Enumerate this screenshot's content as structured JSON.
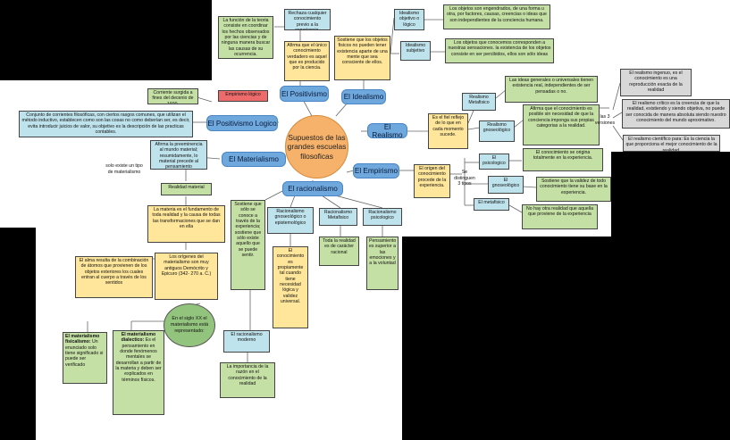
{
  "center": "Supuestos de las grandes escuelas filosoficas",
  "branches": {
    "positivismo": "El Positivismo",
    "idealismo": "El Idealismo",
    "positivismo_logico": "El Positivismo Logico",
    "realismo": "El Realismo",
    "materialismo": "El  Materialismo",
    "empirismo": "El Empirismo",
    "racionalismo": "El racionalismo"
  },
  "positivismo": {
    "funcion": "La función de la teoria consiste en coordinar los hechos observados por las ciencias y de ninguna manera buscar las causas de su ocurrencia.",
    "rechaza": "Rechaza cualquier conocimiento previo a la experiencia.",
    "afirma": "Afirma que el único conocimiento verdadero es aquel que es producido por la ciencia."
  },
  "idealismo": {
    "sostiene": "Sostiene que los objetos fisicos no pueden tener existencia aparte de una mente que sea consciente de ellos.",
    "objetivo": "Idealismo objetivo o lógico",
    "objetivo_desc": "Los objetos son engendrados, de una forma u otra, por factores, causas, creencias o ideas que son independientes de la conciencia humana.",
    "subjetivo": "Idealismo subjetivo",
    "subjetivo_desc": "Los objetos que conocemos corresponden a nuestras sensaciones. la existencia de los objetos consiste en ser percibidos, ellos son sólo ideas"
  },
  "empirismo_logico": {
    "label": "Empirismo lógico",
    "desc": "Corriente surgida a fines del decenio de 1920."
  },
  "positivismo_logico": {
    "desc": "Conjunto de corrientes filosóficas, con ciertos rasgos comunes, que utilizan el método inductivo, establecen como son las cosas no como deberían ser, es decir, evita introducir juicios de valor, su objetivo es la descripción de las practicas contables."
  },
  "realismo": {
    "reflejo": "Es el fiel reflejo de lo que en cada momento sucede.",
    "metafisico": "Realismo Metafisico",
    "metafisico_desc": "Las ideas generales o universales tienen existencia real, independientes de ser pensadas o no.",
    "gnoseologico": "Realismo gnoseológico",
    "gnoseologico_desc": "Afirma que el conocimiento es posible sin necesidad de que la conciencia imponga sus propias categorias a la realidad.",
    "versiones": "las 3 versiones",
    "ingenuo": "El realismo ingenuo, es el conocimiento es una reproducción exacta de la realidad",
    "critico": "El realismo crítico es la creencia de que la realidad, existiendo y siendo objetiva, no puede ser conocida de manera absoluta siendo nuestro conocimiento del mundo aproximativo.",
    "cientifico": "El realismo científico para: Es la ciencia la que proporciona el mejor conocimiento de la realidad."
  },
  "materialismo": {
    "afirma": "Afirma la preeminencia al mundo material; resumidamente, lo material precede al pensamiento",
    "solo_existe": "solo existe un tipo de materialismo",
    "realidad": "Realidad material",
    "materia": "La materia es el fundamento de toda realidad y la causa de todas las transformaciones que se dan en ella",
    "alma": "El alma resulta de la combinación de átomos que provienen de los objetos exteriores los cuales entran al cuerpo a través de los sentidos",
    "origenes": "Los orígenes del materialismo son muy antiguos Demócrito y Epicuro (342- 270 a. C.)",
    "siglo": "En el siglo XX el materialismo está representado:",
    "fisicalismo_title": "El materialismo fisicalismo:",
    "fisicalismo": "Un enunciado solo tiene significado si puede ser verificado",
    "dialectico_title": "El materialismo dialectico:",
    "dialectico": "Es el pensamiento en donde fenómenos mentales se desarrollan a partir de la materia y deben ser explicados en términos físicos."
  },
  "empirismo": {
    "origen": "El origen del conocimiento procede de la experiencia.",
    "distinguen": "Se distinguen 3 tipos",
    "psicologico": "El psicologico",
    "psicologico_desc": "El conocimiento se origina totalmente en la experiencia.",
    "gnoseologico": "El gnoseológico",
    "gnoseologico_desc": "Sostiene que la validez de todo conocimiento tiene su base en la experiencia.",
    "metafisico": "El metafisico",
    "metafisico_desc": "No hay otra realidad que aquella que proviene de la experiencia"
  },
  "racionalismo": {
    "sostiene": "Sostiene que sólo se conoce a través de la experiencia; sostiene que sólo existe aquello que se puede sentir.",
    "gnoseologico": "Racionalismo gnoseológico o epistemológico",
    "gnoseologico_desc": "El conocimiento es propiamente tal cuando tiene necesidad lógica y validez universal.",
    "metafisico": "Racionalismo Metafisico",
    "metafisico_desc": "Toda la realidad es de carácter racional",
    "psicologico": "Racionalismo psicologico",
    "psicologico_desc": "Pensamiento es superior a las emociones y a la voluntad",
    "moderno": "El racionalismo moderno",
    "moderno_desc": "La importancia de la razón en el conocimiento de la realidad"
  },
  "colors": {
    "branch": "#6fa8dc",
    "center": "#f6b26b",
    "green": "#c5e0a5",
    "yellow": "#ffe69a",
    "lblue": "#bfe3ec",
    "red": "#ee6b6b",
    "grey": "#d8d8d8"
  }
}
